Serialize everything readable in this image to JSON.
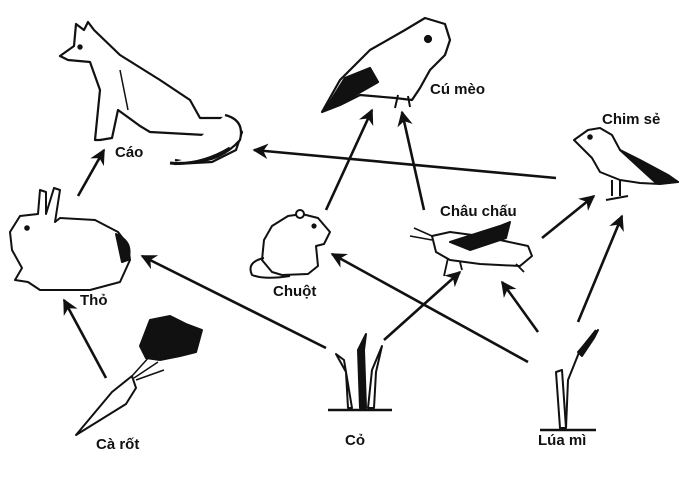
{
  "diagram": {
    "type": "food-web",
    "language": "vi",
    "nodes": [
      {
        "id": "cao",
        "label": "Cáo",
        "icon": "fox-icon"
      },
      {
        "id": "cu_meo",
        "label": "Cú mèo",
        "icon": "owl-icon"
      },
      {
        "id": "chim_se",
        "label": "Chim sẻ",
        "icon": "sparrow-icon"
      },
      {
        "id": "tho",
        "label": "Thỏ",
        "icon": "rabbit-icon"
      },
      {
        "id": "chuot",
        "label": "Chuột",
        "icon": "mouse-icon"
      },
      {
        "id": "chau_chau",
        "label": "Châu chấu",
        "icon": "grasshopper-icon"
      },
      {
        "id": "ca_rot",
        "label": "Cà rốt",
        "icon": "carrot-icon"
      },
      {
        "id": "co",
        "label": "Cỏ",
        "icon": "grass-icon"
      },
      {
        "id": "lua_mi",
        "label": "Lúa mì",
        "icon": "wheat-icon"
      }
    ],
    "edges": [
      {
        "from": "ca_rot",
        "to": "tho"
      },
      {
        "from": "tho",
        "to": "cao"
      },
      {
        "from": "co",
        "to": "tho"
      },
      {
        "from": "co",
        "to": "chau_chau"
      },
      {
        "from": "lua_mi",
        "to": "chuot"
      },
      {
        "from": "lua_mi",
        "to": "chau_chau"
      },
      {
        "from": "lua_mi",
        "to": "chim_se"
      },
      {
        "from": "chuot",
        "to": "cu_meo"
      },
      {
        "from": "chau_chau",
        "to": "cu_meo"
      },
      {
        "from": "chau_chau",
        "to": "chim_se"
      },
      {
        "from": "chim_se",
        "to": "cao"
      }
    ]
  }
}
